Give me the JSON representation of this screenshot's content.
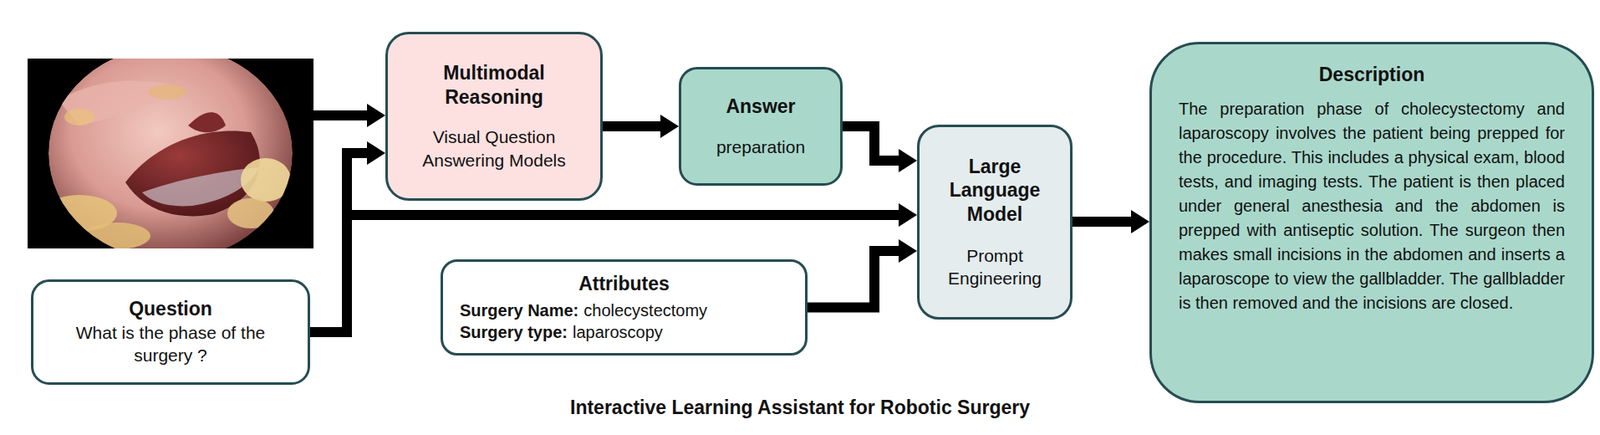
{
  "diagram": {
    "caption": "Interactive Learning Assistant for Robotic Surgery",
    "nodes": [
      {
        "text": [
          "Multimodal Reasoning",
          "Visual Question Answering Models"
        ]
      },
      {
        "text": [
          "Answer",
          "preparation"
        ]
      },
      {
        "text": [
          "Large Language Model",
          "Prompt Engineering"
        ]
      },
      {
        "text": [
          "Description",
          "The preparation phase of cholecystectomy and laparoscopy involves the patient being prepped for the procedure. This includes a physical exam, blood tests, and imaging tests. The patient is then placed under general anesthesia and the abdomen is prepped with antiseptic solution. The surgeon then makes small incisions in the abdomen and inserts a laparoscope to view the gallbladder. The gallbladder is then removed and the incisions are closed."
        ]
      },
      {
        "text": [
          "Question",
          "What is the phase of the surgery ?"
        ]
      },
      {
        "text": [
          "Attributes",
          "Surgery Name:",
          "cholecystectomy",
          "Surgery type:",
          "laparoscopy"
        ]
      }
    ],
    "edges": [
      {
        "from": 0,
        "to": 1,
        "arrow": "to"
      },
      {
        "from": 1,
        "to": 2,
        "arrow": "to"
      },
      {
        "from": 4,
        "to": 0,
        "arrow": "to"
      },
      {
        "from": 4,
        "to": 2,
        "arrow": "to"
      },
      {
        "from": 5,
        "to": 2,
        "arrow": "to"
      },
      {
        "from": 2,
        "to": 3,
        "arrow": "to"
      }
    ]
  }
}
